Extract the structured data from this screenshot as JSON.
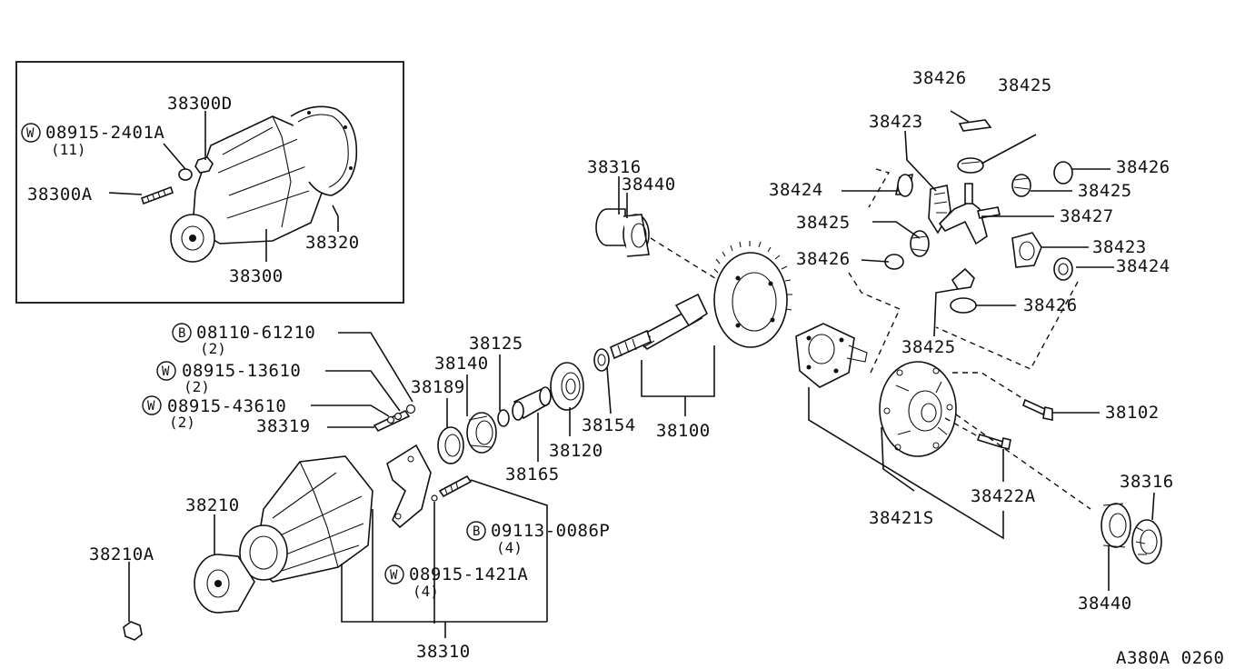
{
  "diagram_code": "A380A 0260",
  "inset": {
    "labels": {
      "p38300D": "38300D",
      "p08915_2401A": "08915-2401A",
      "p08915_2401A_prefix": "W",
      "p08915_2401A_qty": "(11)",
      "p38300A": "38300A",
      "p38320": "38320",
      "p38300": "38300"
    }
  },
  "labels": {
    "p38316_top": "38316",
    "p38440_top": "38440",
    "p08110_61210": "08110-61210",
    "p08110_61210_prefix": "B",
    "p08110_61210_qty": "(2)",
    "p08915_13610": "08915-13610",
    "p08915_13610_prefix": "W",
    "p08915_13610_qty": "(2)",
    "p08915_43610": "08915-43610",
    "p08915_43610_prefix": "W",
    "p08915_43610_qty": "(2)",
    "p38319": "38319",
    "p38125": "38125",
    "p38140": "38140",
    "p38189": "38189",
    "p38154": "38154",
    "p38100": "38100",
    "p38120": "38120",
    "p38165": "38165",
    "p38210": "38210",
    "p38210A": "38210A",
    "p09113_0086P": "09113-0086P",
    "p09113_0086P_prefix": "B",
    "p09113_0086P_qty": "(4)",
    "p08915_1421A": "08915-1421A",
    "p08915_1421A_prefix": "W",
    "p08915_1421A_qty": "(4)",
    "p38310": "38310",
    "p38426_a": "38426",
    "p38425_a": "38425",
    "p38423_a": "38423",
    "p38426_b": "38426",
    "p38424_a": "38424",
    "p38425_b": "38425",
    "p38425_c": "38425",
    "p38427": "38427",
    "p38426_c": "38426",
    "p38423_b": "38423",
    "p38424_b": "38424",
    "p38426_d": "38426",
    "p38425_d": "38425",
    "p38102": "38102",
    "p38422A": "38422A",
    "p38421S": "38421S",
    "p38316_bottom": "38316",
    "p38440_bottom": "38440"
  }
}
